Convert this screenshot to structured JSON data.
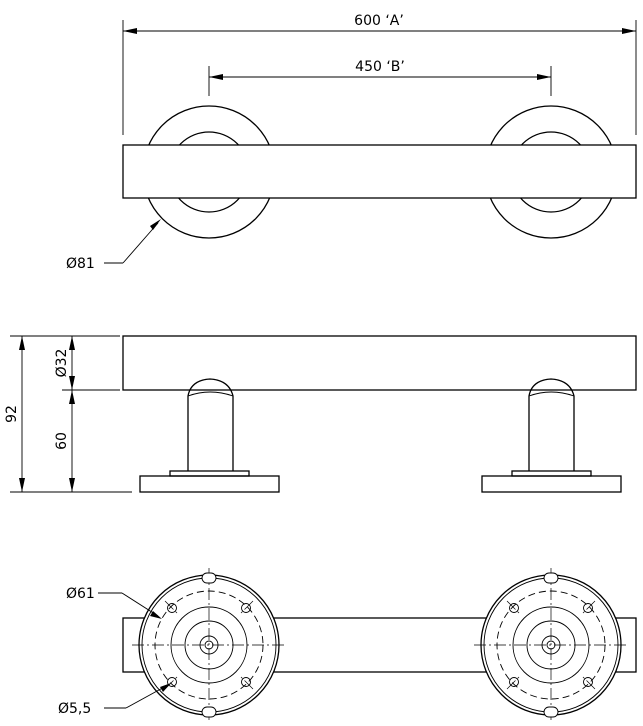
{
  "dimensions": {
    "overall_length": "600 ‘A’",
    "centers": "450 ‘B’",
    "rose_diameter": "Ø81",
    "bar_diameter": "Ø32",
    "overall_height": "92",
    "standoff_height": "60",
    "plate_diameter": "Ø61",
    "hole_diameter": "Ø5,5"
  }
}
